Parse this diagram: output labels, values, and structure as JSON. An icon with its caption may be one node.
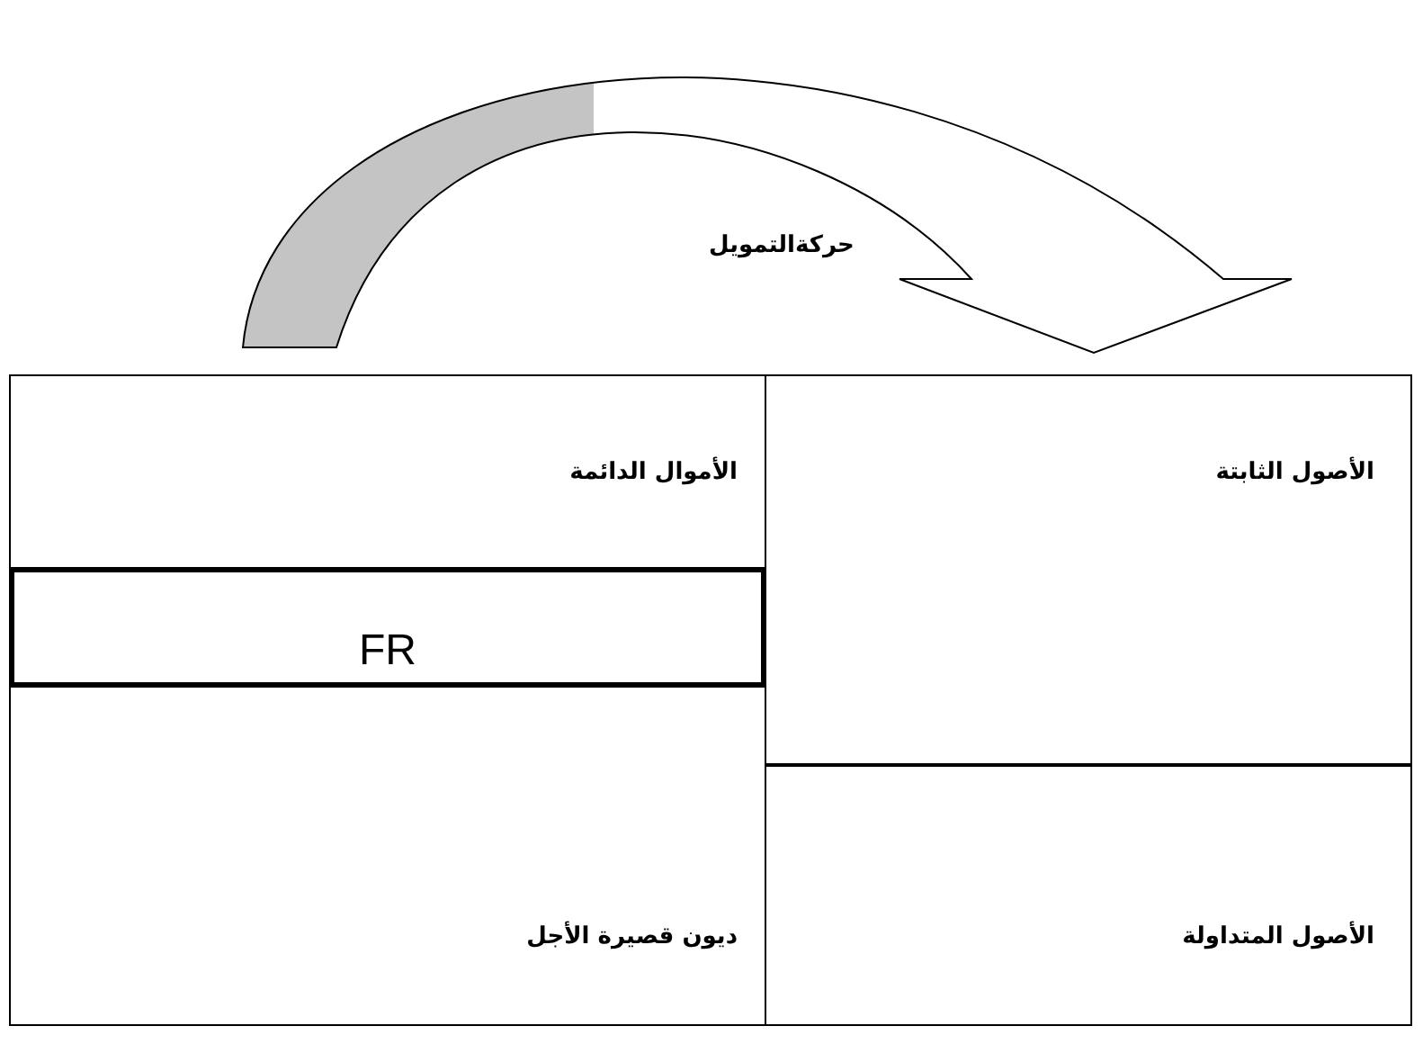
{
  "diagram": {
    "nodes": [
      {
        "text": [
          "الأصول الثابتة"
        ]
      },
      {
        "text": [
          "الأموال الدائمة"
        ]
      },
      {
        "text": [
          "FR"
        ]
      },
      {
        "text": [
          "الأصول المتداولة"
        ]
      },
      {
        "text": [
          "ديون قصيرة الأجل"
        ]
      }
    ],
    "labels": [
      "حركةالتمويل"
    ]
  }
}
